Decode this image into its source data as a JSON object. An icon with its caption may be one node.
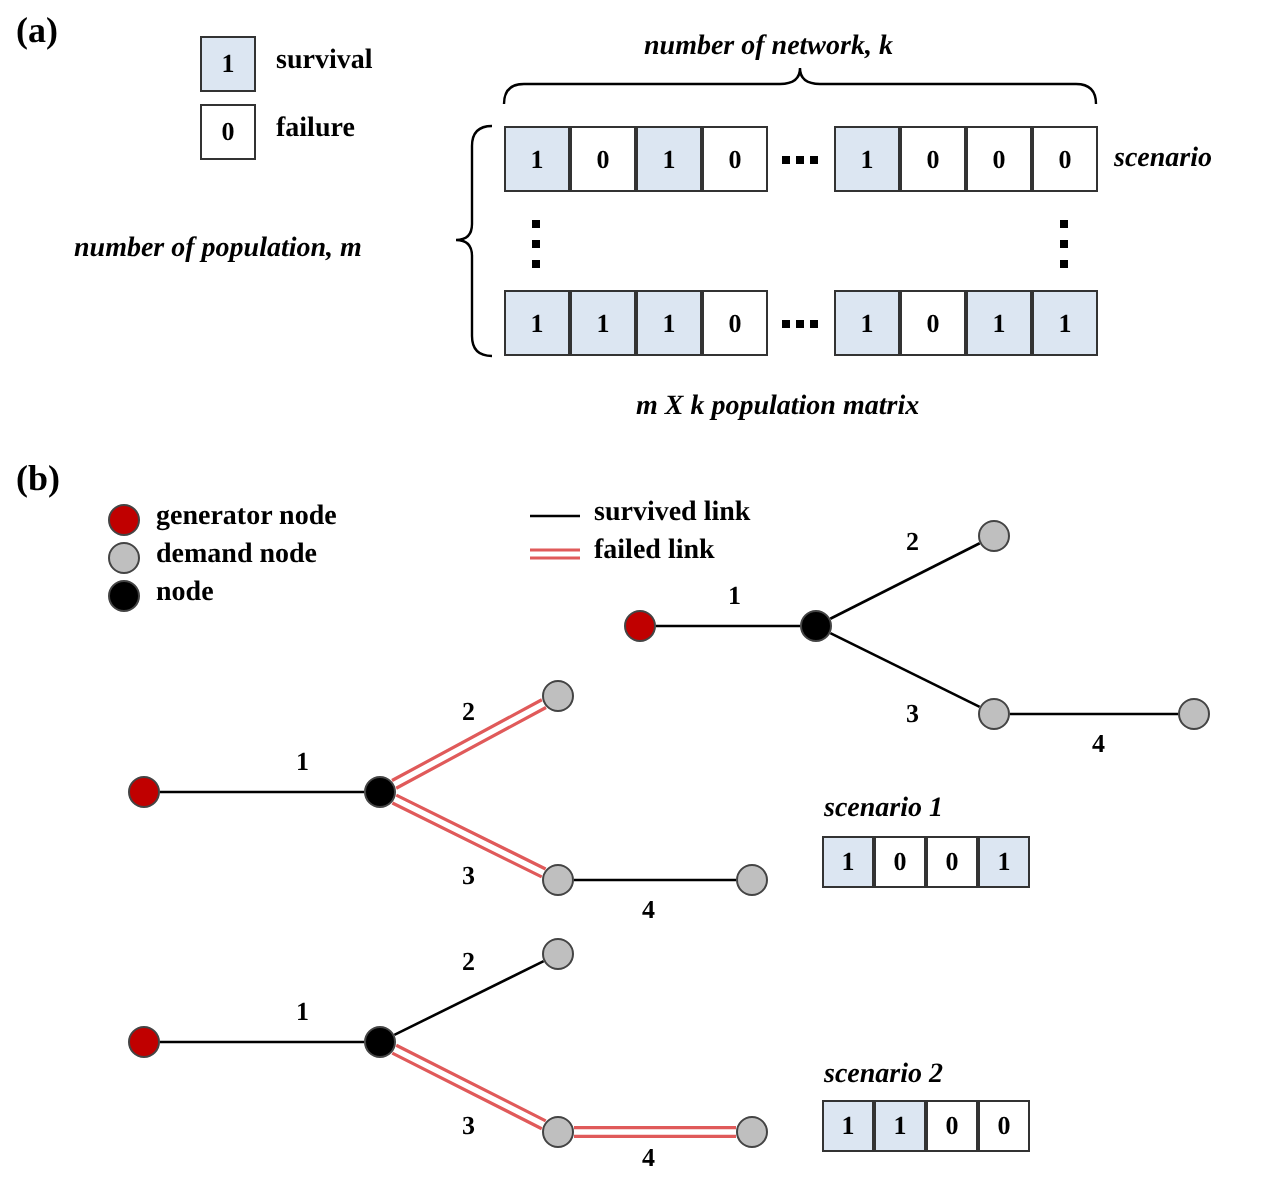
{
  "diagram": {
    "nodes": [
      {
        "text": [
          "1"
        ]
      },
      {
        "text": [
          "0"
        ]
      },
      {
        "text": [
          "1"
        ]
      },
      {
        "text": [
          "0"
        ]
      },
      {
        "text": [
          "1"
        ]
      },
      {
        "text": [
          "0"
        ]
      },
      {
        "text": [
          "0"
        ]
      },
      {
        "text": [
          "0"
        ]
      },
      {
        "text": [
          "1"
        ]
      },
      {
        "text": [
          "1"
        ]
      },
      {
        "text": [
          "1"
        ]
      },
      {
        "text": [
          "0"
        ]
      },
      {
        "text": [
          "1"
        ]
      },
      {
        "text": [
          "0"
        ]
      },
      {
        "text": [
          "1"
        ]
      },
      {
        "text": [
          "1"
        ]
      },
      {
        "text": [],
        "shape": "circle"
      },
      {
        "text": [],
        "shape": "circle"
      },
      {
        "text": [],
        "shape": "circle"
      },
      {
        "text": [],
        "shape": "circle"
      },
      {
        "text": [],
        "shape": "circle"
      },
      {
        "text": [],
        "shape": "circle"
      },
      {
        "text": [],
        "shape": "circle"
      },
      {
        "text": [],
        "shape": "circle"
      },
      {
        "text": [],
        "shape": "circle"
      },
      {
        "text": [],
        "shape": "circle"
      },
      {
        "text": [
          "1"
        ]
      },
      {
        "text": [
          "0"
        ]
      },
      {
        "text": [
          "0"
        ]
      },
      {
        "text": [
          "1"
        ]
      },
      {
        "text": [],
        "shape": "circle"
      },
      {
        "text": [],
        "shape": "circle"
      },
      {
        "text": [],
        "shape": "circle"
      },
      {
        "text": [],
        "shape": "circle"
      },
      {
        "text": [],
        "shape": "circle"
      },
      {
        "text": [
          "1"
        ]
      },
      {
        "text": [
          "1"
        ]
      },
      {
        "text": [
          "0"
        ]
      },
      {
        "text": [
          "0"
        ]
      }
    ],
    "edges": [
      {
        "from": 16,
        "to": 17,
        "arrow": "none",
        "label": "1"
      },
      {
        "from": 17,
        "to": 18,
        "arrow": "none",
        "label": "2"
      },
      {
        "from": 17,
        "to": 19,
        "arrow": "none",
        "label": "3"
      },
      {
        "from": 19,
        "to": 20,
        "arrow": "none",
        "label": "4"
      },
      {
        "from": 21,
        "to": 22,
        "arrow": "none",
        "label": "1"
      },
      {
        "from": 22,
        "to": 23,
        "arrow": "none",
        "label": "2",
        "color": "#e05a5a"
      },
      {
        "from": 22,
        "to": 24,
        "arrow": "none",
        "label": "3",
        "color": "#e05a5a"
      },
      {
        "from": 24,
        "to": 25,
        "arrow": "none",
        "label": "4"
      },
      {
        "from": 30,
        "to": 31,
        "arrow": "none",
        "label": "1"
      },
      {
        "from": 31,
        "to": 32,
        "arrow": "none",
        "label": "2"
      },
      {
        "from": 31,
        "to": 33,
        "arrow": "none",
        "label": "3",
        "color": "#e05a5a"
      },
      {
        "from": 33,
        "to": 34,
        "arrow": "none",
        "label": "4",
        "color": "#e05a5a"
      }
    ],
    "labels": [
      "(a)",
      "1",
      "0",
      "number of network, k",
      "scenario",
      "number of population, m",
      "m X k population matrix",
      "(b)",
      "scenario 1",
      "scenario 2"
    ],
    "legend": [
      {
        "text": "survival",
        "color": "#dce6f2"
      },
      {
        "text": "failure",
        "color": "#ffffff"
      },
      {
        "text": "generator node",
        "color": "#c00000"
      },
      {
        "text": "demand node",
        "color": "#bfbfbf"
      },
      {
        "text": "node",
        "color": "#000000"
      },
      {
        "text": "survived link"
      },
      {
        "text": "failed link"
      }
    ]
  }
}
